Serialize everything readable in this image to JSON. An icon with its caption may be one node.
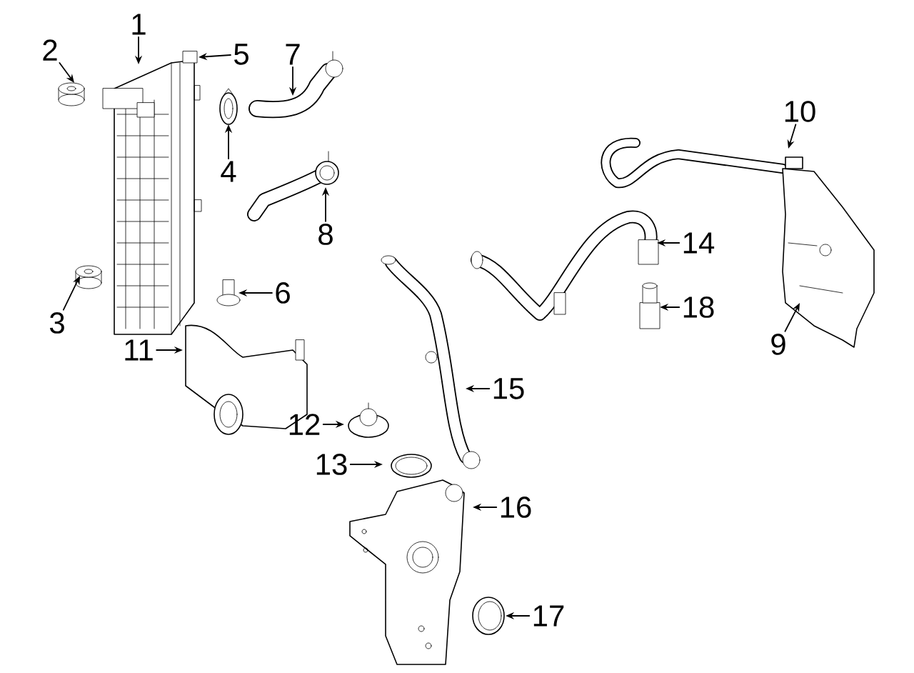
{
  "diagram": {
    "nodes": [
      {
        "text": [
          "1"
        ]
      },
      {
        "text": [
          "2"
        ]
      },
      {
        "text": [
          "3"
        ]
      },
      {
        "text": [
          "4"
        ]
      },
      {
        "text": [
          "5"
        ]
      },
      {
        "text": [
          "6"
        ]
      },
      {
        "text": [
          "7"
        ]
      },
      {
        "text": [
          "8"
        ]
      },
      {
        "text": [
          "9"
        ]
      },
      {
        "text": [
          "10"
        ]
      },
      {
        "text": [
          "11"
        ]
      },
      {
        "text": [
          "12"
        ]
      },
      {
        "text": [
          "13"
        ]
      },
      {
        "text": [
          "14"
        ]
      },
      {
        "text": [
          "15"
        ]
      },
      {
        "text": [
          "16"
        ]
      },
      {
        "text": [
          "17"
        ]
      },
      {
        "text": [
          "18"
        ]
      }
    ],
    "edges": [
      {
        "from": 0,
        "to": null,
        "arrow": "to"
      },
      {
        "from": 1,
        "to": null,
        "arrow": "to"
      },
      {
        "from": 2,
        "to": null,
        "arrow": "to"
      },
      {
        "from": 3,
        "to": null,
        "arrow": "to"
      },
      {
        "from": 4,
        "to": null,
        "arrow": "to"
      },
      {
        "from": 5,
        "to": null,
        "arrow": "to"
      },
      {
        "from": 6,
        "to": null,
        "arrow": "to"
      },
      {
        "from": 7,
        "to": null,
        "arrow": "to"
      },
      {
        "from": 8,
        "to": null,
        "arrow": "to"
      },
      {
        "from": 9,
        "to": null,
        "arrow": "to"
      },
      {
        "from": 10,
        "to": null,
        "arrow": "to"
      },
      {
        "from": 11,
        "to": null,
        "arrow": "to"
      },
      {
        "from": 12,
        "to": null,
        "arrow": "to"
      },
      {
        "from": 13,
        "to": null,
        "arrow": "to"
      },
      {
        "from": 14,
        "to": null,
        "arrow": "to"
      },
      {
        "from": 15,
        "to": null,
        "arrow": "to"
      },
      {
        "from": 16,
        "to": null,
        "arrow": "to"
      },
      {
        "from": 17,
        "to": null,
        "arrow": "to"
      }
    ]
  }
}
